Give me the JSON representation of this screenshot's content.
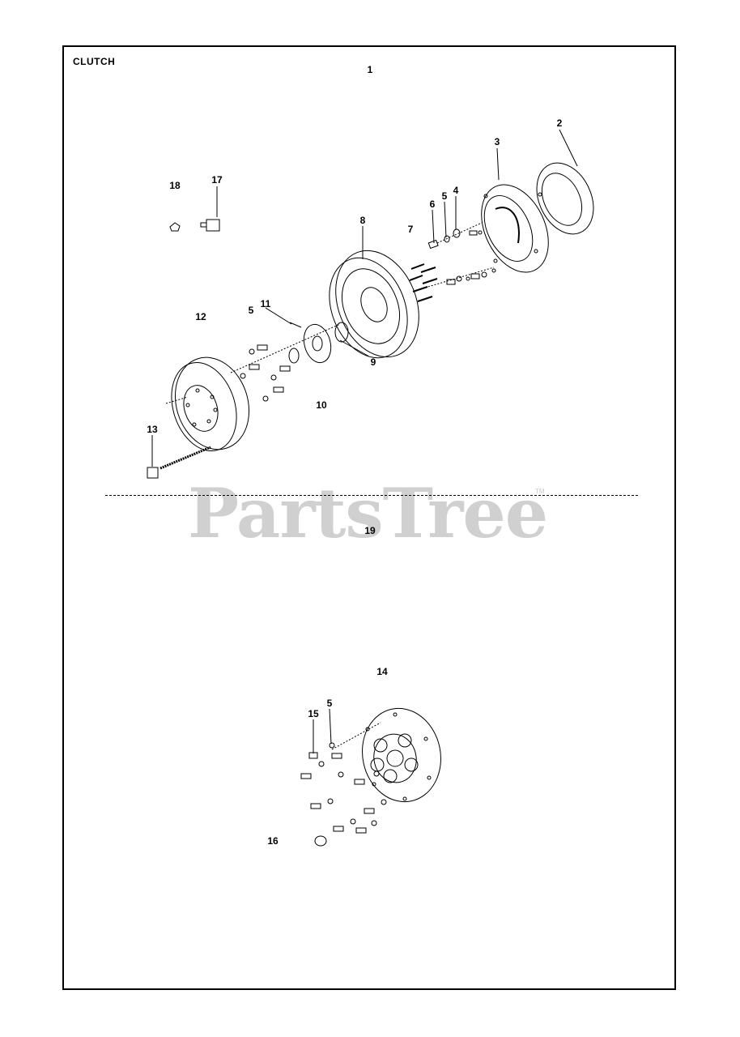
{
  "diagram": {
    "title": "CLUTCH",
    "watermark": "PartsTree",
    "watermark_mark": "TM",
    "callouts": [
      {
        "id": "c1",
        "text": "1"
      },
      {
        "id": "c2",
        "text": "2"
      },
      {
        "id": "c3",
        "text": "3"
      },
      {
        "id": "c4",
        "text": "4"
      },
      {
        "id": "c5a",
        "text": "5"
      },
      {
        "id": "c6",
        "text": "6"
      },
      {
        "id": "c7",
        "text": "7"
      },
      {
        "id": "c8",
        "text": "8"
      },
      {
        "id": "c17",
        "text": "17"
      },
      {
        "id": "c18",
        "text": "18"
      },
      {
        "id": "c12",
        "text": "12"
      },
      {
        "id": "c5b",
        "text": "5"
      },
      {
        "id": "c11",
        "text": "11"
      },
      {
        "id": "c9",
        "text": "9"
      },
      {
        "id": "c10",
        "text": "10"
      },
      {
        "id": "c13",
        "text": "13"
      },
      {
        "id": "c19",
        "text": "19"
      },
      {
        "id": "c14",
        "text": "14"
      },
      {
        "id": "c15",
        "text": "15"
      },
      {
        "id": "c5c",
        "text": "5"
      },
      {
        "id": "c16",
        "text": "16"
      }
    ]
  }
}
